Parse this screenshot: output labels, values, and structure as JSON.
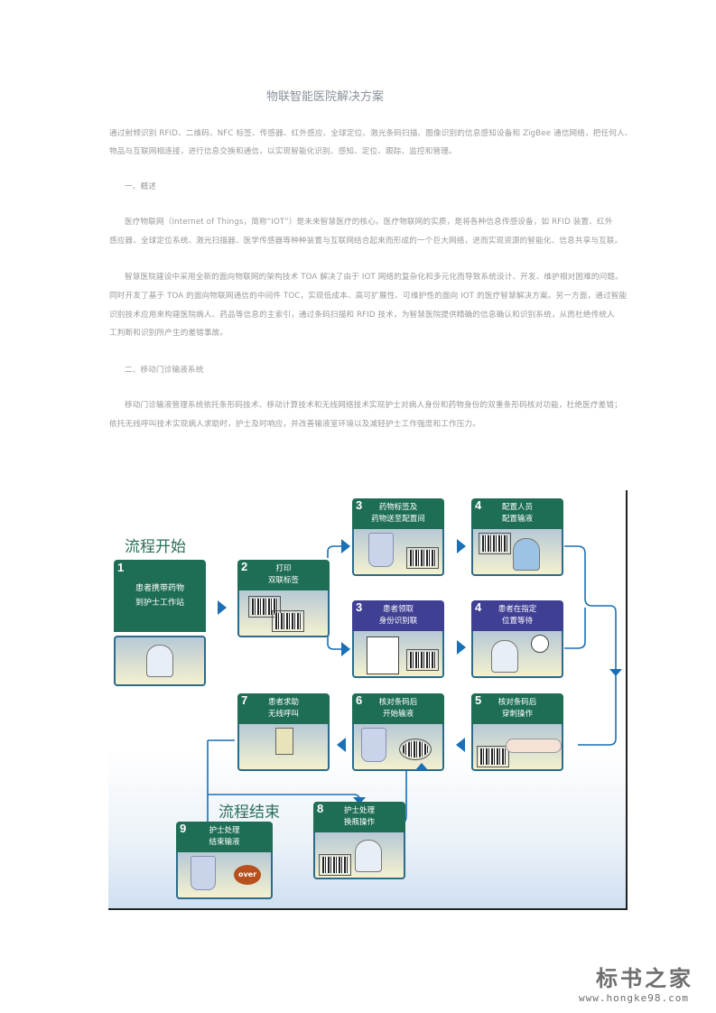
{
  "document": {
    "title": "物联智能医院解决方案",
    "intro": [
      "通过射频识别 RFID、二维码、NFC 标签、传感器、红外感应、全球定位、激光条码扫描、图像识别的信息感知设备和 ZigBee 通信网络，把任何人、",
      "物品与互联网相连接，进行信息交换和通信，以实现智能化识别、感知、定位、跟踪、监控和管理。"
    ],
    "section1_heading": "一、概述",
    "section1_para1": [
      "医疗物联网（Internet of Things，简称“IOT”）是未来智慧医疗的核心。医疗物联网的实质，是将各种信息传感设备，如 RFID 装置、红外",
      "感应器、全球定位系统、激光扫描器、医学传感器等种种装置与互联网结合起来而形成的一个巨大网络，进而实现资源的智能化、信息共享与互联。"
    ],
    "section1_para2": [
      "智慧医院建设中采用全新的面向物联网的架构技术 TOA 解决了由于 IOT 网络的复杂化和多元化而导致系统设计、开发、维护相对困难的问题。",
      "同时开发了基于 TOA 的面向物联网通信的中间件 TOC，实现低成本、高可扩展性、可维护性的面向 IOT 的医疗智慧解决方案。另一方面，通过智能",
      "识别技术应用来构建医院病人、药品等信息的主索引，通过条码扫描和 RFID 技术，为智慧医院提供精确的信息确认和识别系统，从而杜绝传统人",
      "工判断和识别所产生的差错事故。"
    ],
    "section2_heading": "二、移动门诊输液系统",
    "section2_para1": [
      "移动门诊输液管理系统依托条形码技术、移动计算技术和无线网络技术实现护士对病人身份和药物身份的双重条形码核对功能，杜绝医疗差错；",
      "依托无线呼叫技术实现病人求助时，护士及时响应，并改善输液室环境以及减轻护士工作强度和工作压力。"
    ]
  },
  "diagram": {
    "start_label": "流程开始",
    "end_label": "流程结束",
    "colors": {
      "green": "#1e6e55",
      "purple": "#3f3f94",
      "arrow": "#1a6fb5"
    },
    "steps": [
      {
        "num": "1",
        "line1": "患者携带药物",
        "line2": "到护士工作站"
      },
      {
        "num": "2",
        "line1": "打印",
        "line2": "双联标签"
      },
      {
        "num": "3",
        "line1": "药物标签及",
        "line2": "药物送至配置间"
      },
      {
        "num": "4",
        "line1": "配置人员",
        "line2": "配置输液"
      },
      {
        "num": "3",
        "line1": "患者领取",
        "line2": "身份识别联"
      },
      {
        "num": "4",
        "line1": "患者在指定",
        "line2": "位置等待"
      },
      {
        "num": "5",
        "line1": "核对条码后",
        "line2": "穿刺操作"
      },
      {
        "num": "6",
        "line1": "核对条码后",
        "line2": "开始输液"
      },
      {
        "num": "7",
        "line1": "患者求助",
        "line2": "无线呼叫"
      },
      {
        "num": "8",
        "line1": "护士处理",
        "line2": "换瓶操作"
      },
      {
        "num": "9",
        "line1": "护士处理",
        "line2": "结束输液"
      }
    ],
    "over_badge": "over"
  },
  "watermark": {
    "name": "标书之家",
    "url": "www.hongke98.com"
  }
}
